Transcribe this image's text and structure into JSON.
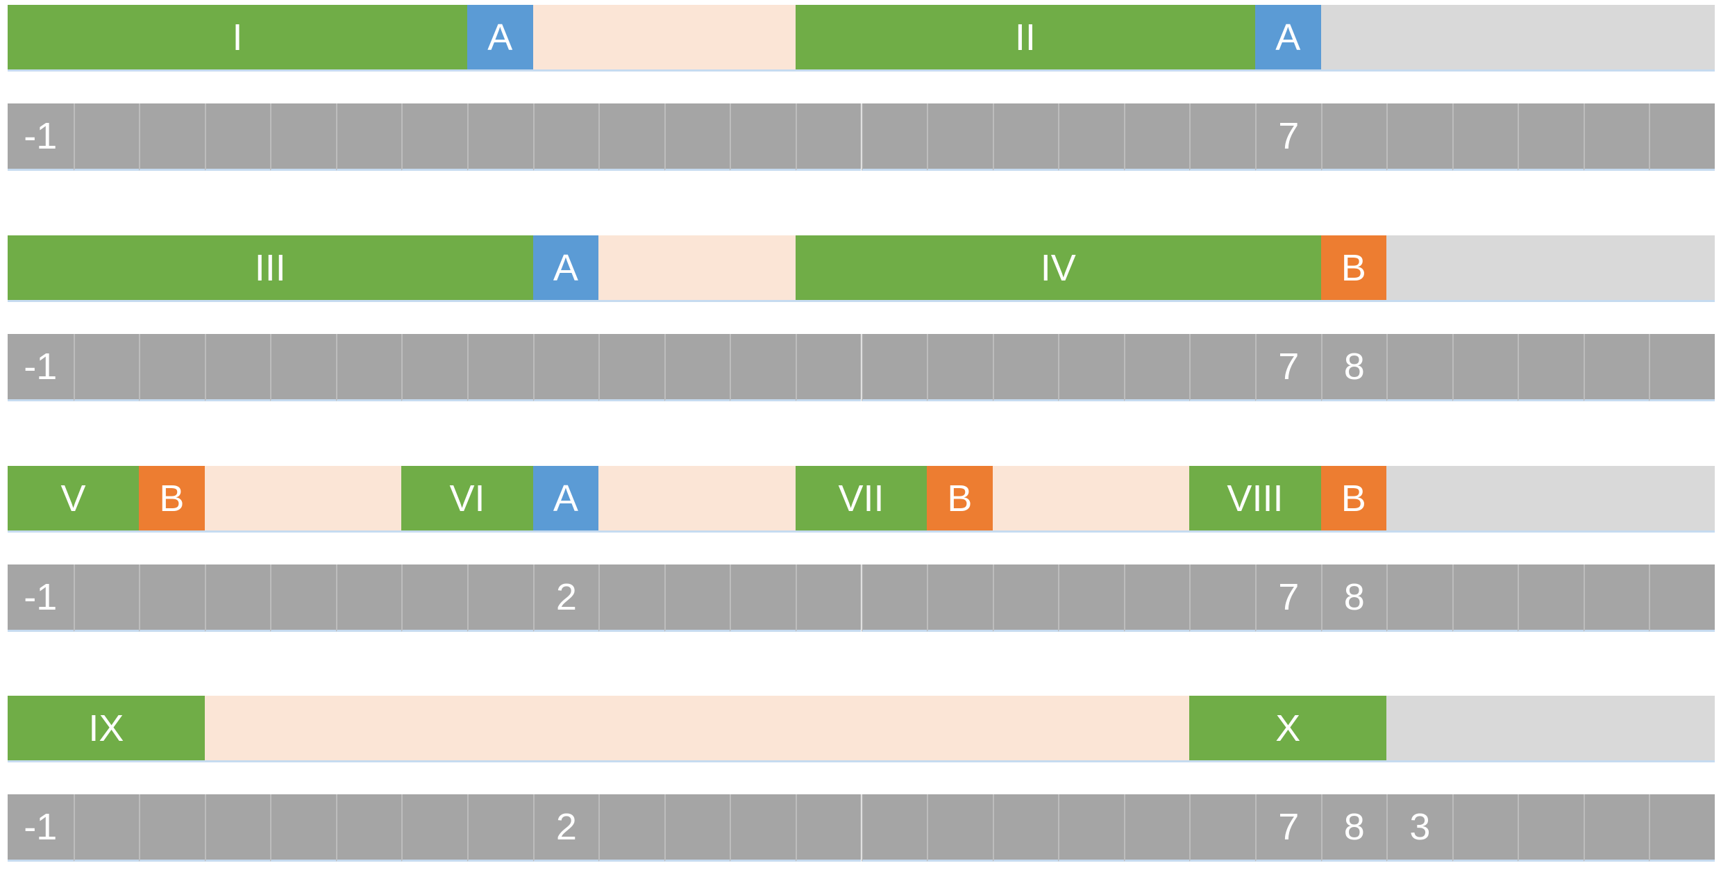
{
  "palette": {
    "green": "#70ad47",
    "blue": "#5b9bd5",
    "orange": "#ed7d31",
    "peach": "#fbe5d6",
    "light_gray": "#d9d9d9",
    "cell_gray": "#a5a5a5"
  },
  "cell_count": 26,
  "rows": [
    {
      "segments": [
        {
          "label": "I",
          "start": 0,
          "span": 7,
          "color": "green"
        },
        {
          "label": "A",
          "start": 7,
          "span": 1,
          "color": "blue"
        },
        {
          "label": "",
          "start": 8,
          "span": 4,
          "color": "peach"
        },
        {
          "label": "II",
          "start": 12,
          "span": 7,
          "color": "green"
        },
        {
          "label": "A",
          "start": 19,
          "span": 1,
          "color": "blue"
        },
        {
          "label": "",
          "start": 20,
          "span": 6,
          "color": "light_gray"
        }
      ],
      "cells": [
        "-1",
        "",
        "",
        "",
        "",
        "",
        "",
        "",
        "",
        "",
        "",
        "",
        "",
        "",
        "",
        "",
        "",
        "",
        "",
        "7",
        "",
        "",
        "",
        "",
        "",
        ""
      ]
    },
    {
      "segments": [
        {
          "label": "III",
          "start": 0,
          "span": 8,
          "color": "green"
        },
        {
          "label": "A",
          "start": 8,
          "span": 1,
          "color": "blue"
        },
        {
          "label": "",
          "start": 9,
          "span": 3,
          "color": "peach"
        },
        {
          "label": "IV",
          "start": 12,
          "span": 8,
          "color": "green"
        },
        {
          "label": "B",
          "start": 20,
          "span": 1,
          "color": "orange"
        },
        {
          "label": "",
          "start": 21,
          "span": 5,
          "color": "light_gray"
        }
      ],
      "cells": [
        "-1",
        "",
        "",
        "",
        "",
        "",
        "",
        "",
        "",
        "",
        "",
        "",
        "",
        "",
        "",
        "",
        "",
        "",
        "",
        "7",
        "8",
        "",
        "",
        "",
        "",
        ""
      ]
    },
    {
      "segments": [
        {
          "label": "V",
          "start": 0,
          "span": 2,
          "color": "green"
        },
        {
          "label": "B",
          "start": 2,
          "span": 1,
          "color": "orange"
        },
        {
          "label": "",
          "start": 3,
          "span": 3,
          "color": "peach"
        },
        {
          "label": "VI",
          "start": 6,
          "span": 2,
          "color": "green"
        },
        {
          "label": "A",
          "start": 8,
          "span": 1,
          "color": "blue"
        },
        {
          "label": "",
          "start": 9,
          "span": 3,
          "color": "peach"
        },
        {
          "label": "VII",
          "start": 12,
          "span": 2,
          "color": "green"
        },
        {
          "label": "B",
          "start": 14,
          "span": 1,
          "color": "orange"
        },
        {
          "label": "",
          "start": 15,
          "span": 3,
          "color": "peach"
        },
        {
          "label": "VIII",
          "start": 18,
          "span": 2,
          "color": "green"
        },
        {
          "label": "B",
          "start": 20,
          "span": 1,
          "color": "orange"
        },
        {
          "label": "",
          "start": 21,
          "span": 5,
          "color": "light_gray"
        }
      ],
      "cells": [
        "-1",
        "",
        "",
        "",
        "",
        "",
        "",
        "",
        "2",
        "",
        "",
        "",
        "",
        "",
        "",
        "",
        "",
        "",
        "",
        "7",
        "8",
        "",
        "",
        "",
        "",
        ""
      ]
    },
    {
      "segments": [
        {
          "label": "IX",
          "start": 0,
          "span": 3,
          "color": "green"
        },
        {
          "label": "",
          "start": 3,
          "span": 15,
          "color": "peach"
        },
        {
          "label": "X",
          "start": 18,
          "span": 3,
          "color": "green"
        },
        {
          "label": "",
          "start": 21,
          "span": 5,
          "color": "light_gray"
        }
      ],
      "cells": [
        "-1",
        "",
        "",
        "",
        "",
        "",
        "",
        "",
        "2",
        "",
        "",
        "",
        "",
        "",
        "",
        "",
        "",
        "",
        "",
        "7",
        "8",
        "3",
        "",
        "",
        "",
        ""
      ]
    }
  ]
}
